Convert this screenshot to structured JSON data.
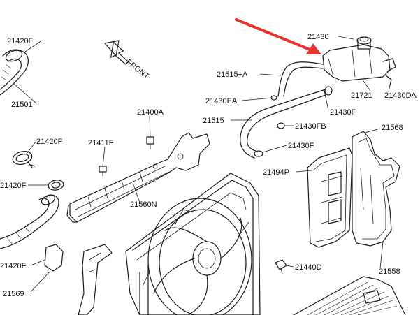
{
  "diagram": {
    "direction_arrow": {
      "label": "FRONT",
      "icon": "front-direction-arrow-icon"
    },
    "callout_arrow_color": "#e8362d",
    "line_color": "#1a1a1a",
    "part_labels": [
      "21420F",
      "21501",
      "21420F",
      "21420F",
      "21420F",
      "21569",
      "21411F",
      "21400A",
      "21560N",
      "21515+A",
      "21430EA",
      "21515",
      "21430",
      "21721",
      "21430DA",
      "21430F",
      "21430FB",
      "21430F",
      "21568",
      "21494P",
      "21440D",
      "21558"
    ]
  }
}
